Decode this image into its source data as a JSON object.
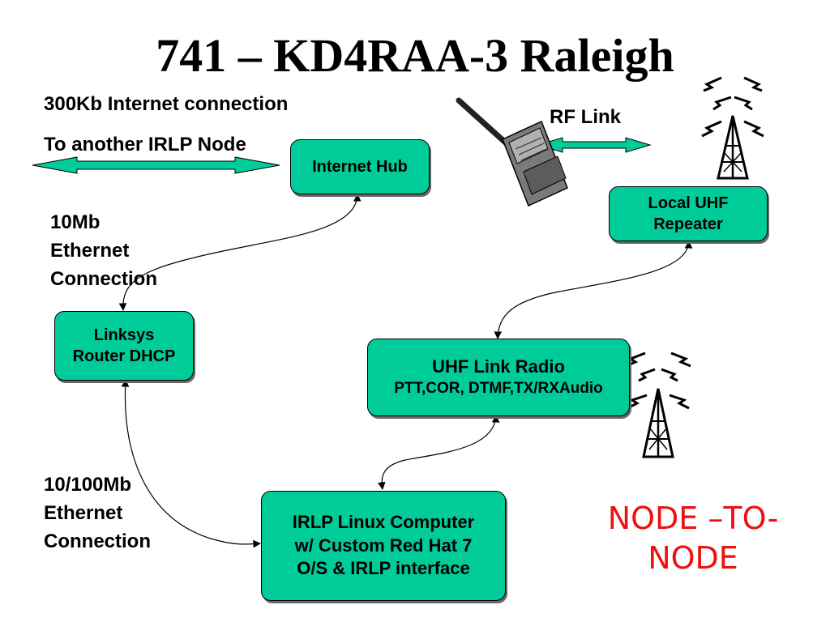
{
  "title": "741 – KD4RAA-3 Raleigh",
  "labels": {
    "internet_connection": "300Kb Internet connection",
    "irlp_node": "To another IRLP Node",
    "rf_link": "RF Link",
    "ethernet_10mb": [
      "10Mb",
      "Ethernet",
      "Connection"
    ],
    "ethernet_10_100mb": [
      "10/100Mb",
      "Ethernet",
      "Connection"
    ]
  },
  "nodes": {
    "internet_hub": [
      "Internet Hub"
    ],
    "local_uhf_repeater": [
      "Local UHF",
      "Repeater"
    ],
    "linksys_router": [
      "Linksys",
      "Router DHCP"
    ],
    "uhf_link_radio": [
      "UHF Link Radio",
      "PTT,COR, DTMF,TX/RXAudio"
    ],
    "irlp_computer": [
      "IRLP Linux Computer",
      "w/ Custom Red Hat 7",
      "O/S &  IRLP interface"
    ]
  },
  "callout": [
    "NODE –TO-",
    "NODE"
  ],
  "icons": [
    "handheld-radio-icon",
    "radio-tower-icon",
    "radio-tower-icon"
  ],
  "colors": {
    "box_fill": "#00cc99",
    "arrow_fill": "#00cc99",
    "callout_text": "#ee1111"
  }
}
